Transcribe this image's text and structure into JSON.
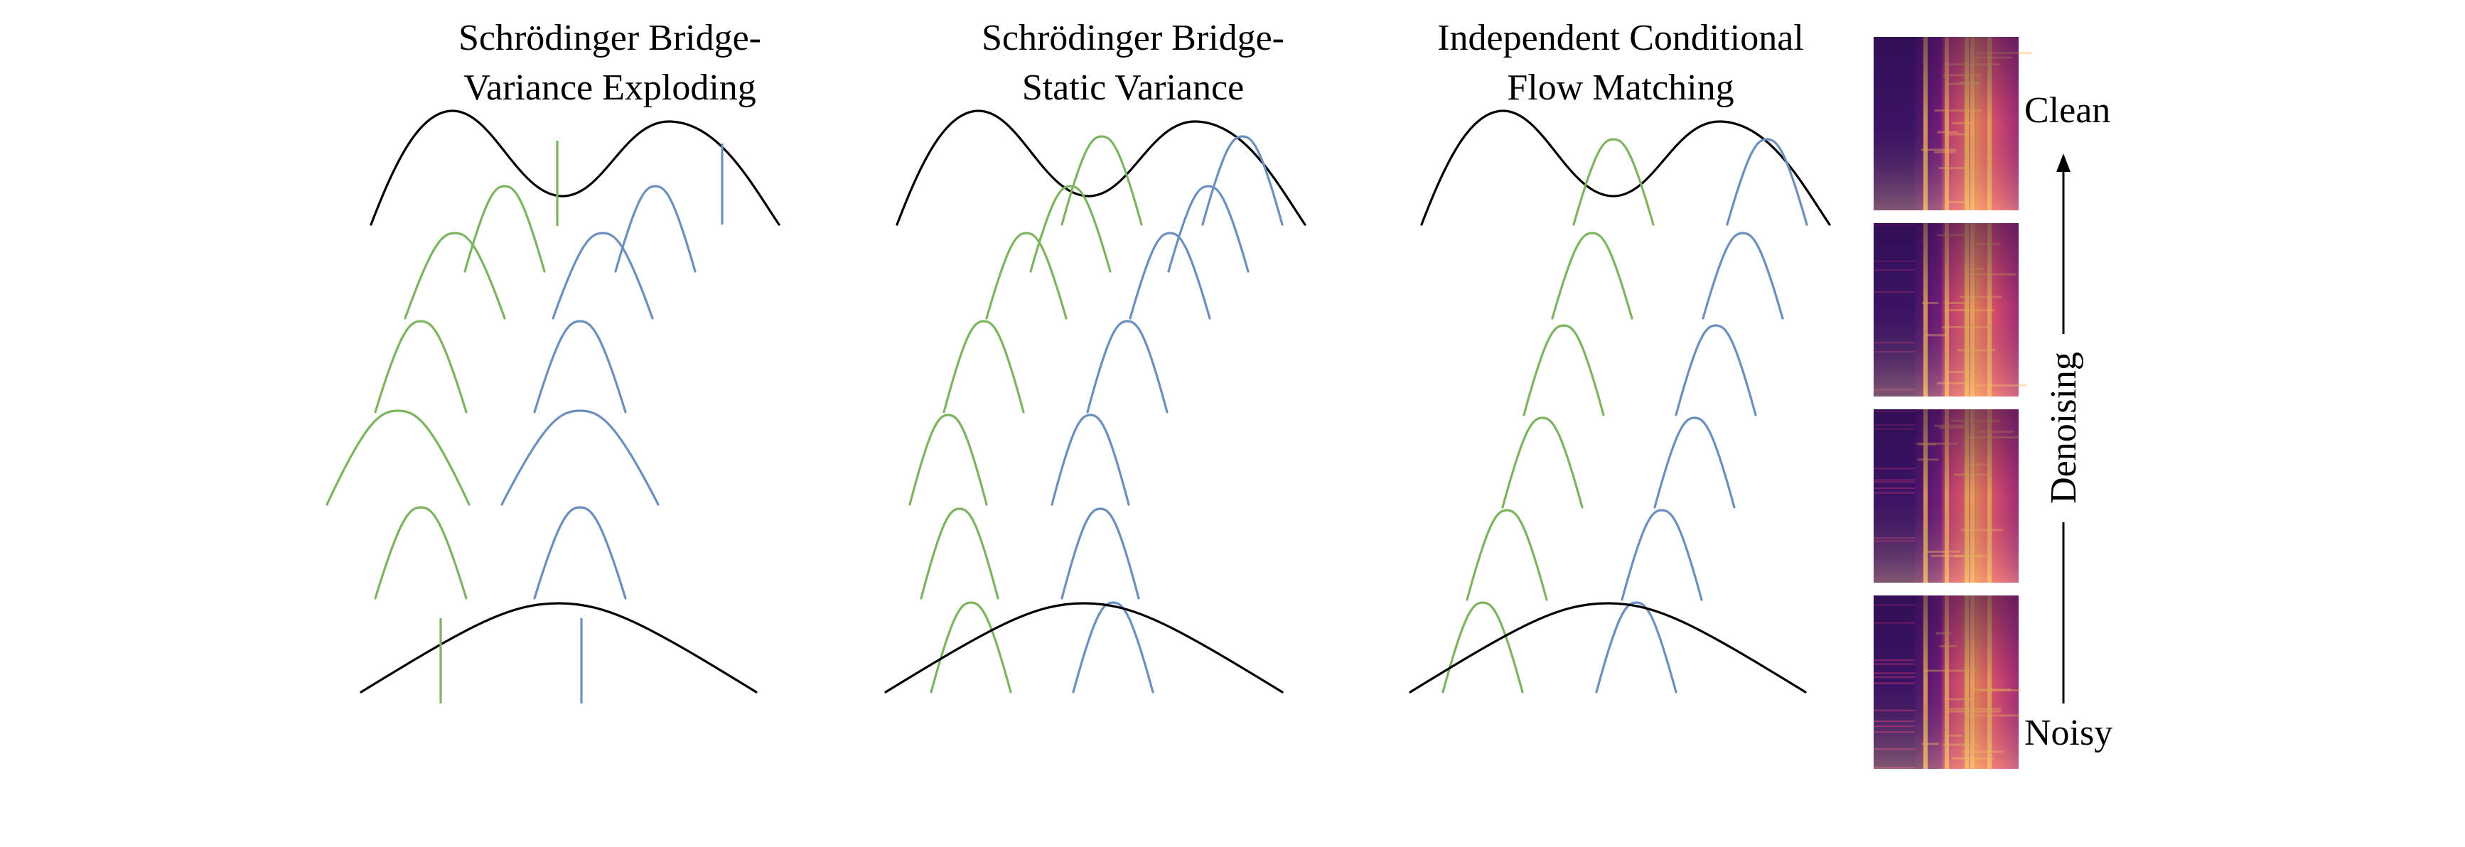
{
  "panels": [
    {
      "id": "sb-ve",
      "title_line1": "Schrödinger Bridge-",
      "title_line2": "Variance Exploding"
    },
    {
      "id": "sb-sv",
      "title_line1": "Schrödinger Bridge-",
      "title_line2": "Static Variance"
    },
    {
      "id": "icfm",
      "title_line1": "Independent Conditional",
      "title_line2": "Flow Matching"
    }
  ],
  "side_labels": {
    "top": "Clean",
    "bottom": "Noisy",
    "axis": "Denoising"
  },
  "colors": {
    "green": "#7db45f",
    "blue": "#6b8fbf",
    "black": "#000000",
    "spectrogram_dark": "#3d1466",
    "spectrogram_mid": "#c4307a",
    "spectrogram_bright": "#f7b85b"
  },
  "spectrogram_count": 4
}
